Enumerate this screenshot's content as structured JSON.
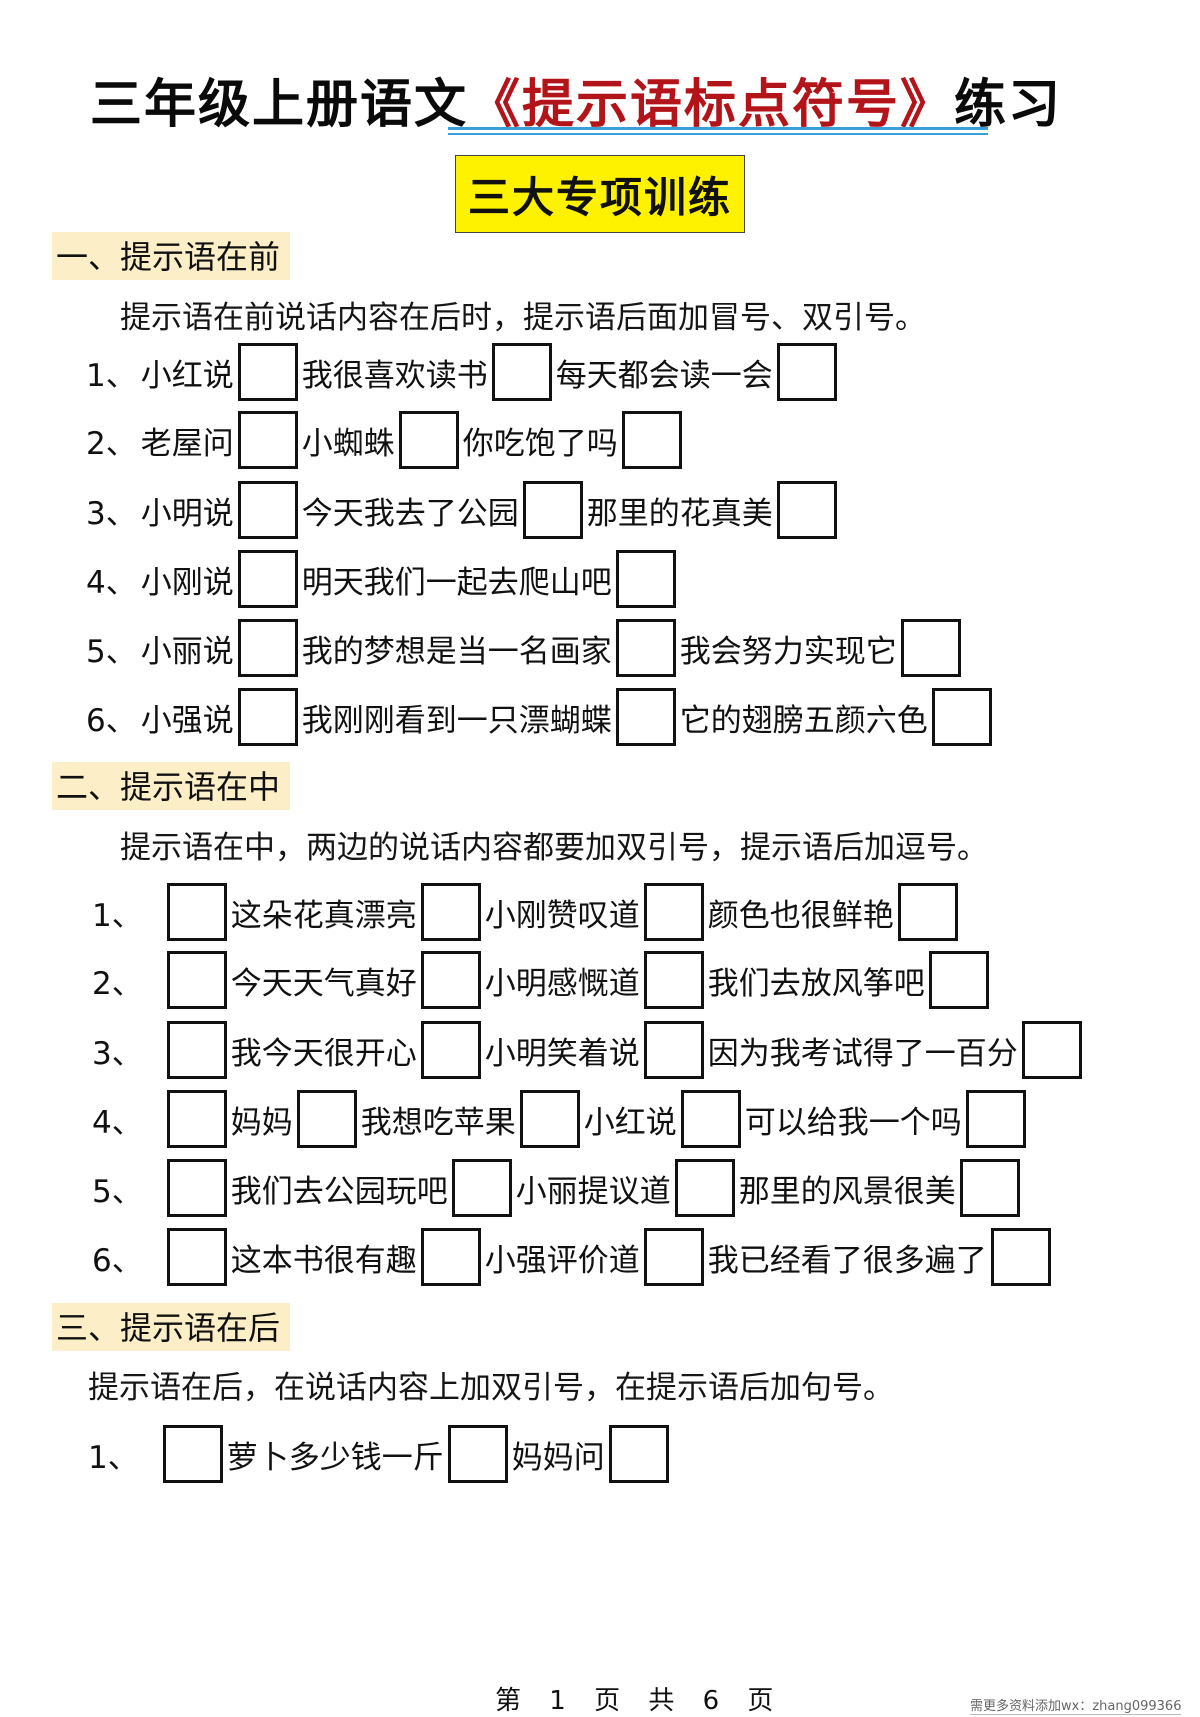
{
  "header": {
    "title_prefix": "三年级上册语文",
    "title_highlight": "《提示语标点符号》",
    "title_suffix": "练习",
    "subtitle": "三大专项训练",
    "colors": {
      "highlight": "#b3141a",
      "underline": "#3a9fd6",
      "subtitle_bg": "#fff200",
      "section_bg": "#fcefc8"
    }
  },
  "sections": [
    {
      "heading": "一、提示语在前",
      "instruction": "提示语在前说话内容在后时，提示语后面加冒号、双引号。",
      "items": [
        {
          "num": "1、",
          "parts": [
            "小红说",
            "[]",
            "我很喜欢读书",
            "[]",
            "每天都会读一会",
            "[]"
          ]
        },
        {
          "num": "2、",
          "parts": [
            "老屋问",
            "[]",
            "小蜘蛛",
            "[]",
            "你吃饱了吗",
            "[]"
          ]
        },
        {
          "num": "3、",
          "parts": [
            "小明说",
            "[]",
            "今天我去了公园",
            "[]",
            "那里的花真美",
            "[]"
          ]
        },
        {
          "num": "4、",
          "parts": [
            "小刚说",
            "[]",
            "明天我们一起去爬山吧",
            "[]"
          ]
        },
        {
          "num": "5、",
          "parts": [
            "小丽说",
            "[]",
            "我的梦想是当一名画家",
            "[]",
            "我会努力实现它",
            "[]"
          ]
        },
        {
          "num": "6、",
          "parts": [
            "小强说",
            "[]",
            "我刚刚看到一只漂蝴蝶",
            "[]",
            "它的翅膀五颜六色",
            "[]"
          ]
        }
      ]
    },
    {
      "heading": "二、提示语在中",
      "instruction": "提示语在中，两边的说话内容都要加双引号，提示语后加逗号。",
      "items": [
        {
          "num": "1、",
          "parts": [
            "[]",
            "这朵花真漂亮",
            "[]",
            "小刚赞叹道",
            "[]",
            "颜色也很鲜艳",
            "[]"
          ]
        },
        {
          "num": "2、",
          "parts": [
            "[]",
            "今天天气真好",
            "[]",
            "小明感慨道",
            "[]",
            "我们去放风筝吧",
            "[]"
          ]
        },
        {
          "num": "3、",
          "parts": [
            "[]",
            "我今天很开心",
            "[]",
            "小明笑着说",
            "[]",
            "因为我考试得了一百分",
            "[]"
          ]
        },
        {
          "num": "4、",
          "parts": [
            "[]",
            "妈妈",
            "[]",
            "我想吃苹果",
            "[]",
            "小红说",
            "[]",
            "可以给我一个吗",
            "[]"
          ]
        },
        {
          "num": "5、",
          "parts": [
            "[]",
            "我们去公园玩吧",
            "[]",
            "小丽提议道",
            "[]",
            "那里的风景很美",
            "[]"
          ]
        },
        {
          "num": "6、",
          "parts": [
            "[]",
            "这本书很有趣",
            "[]",
            "小强评价道",
            "[]",
            "我已经看了很多遍了",
            "[]"
          ]
        }
      ]
    },
    {
      "heading": "三、提示语在后",
      "instruction": "提示语在后，在说话内容上加双引号，在提示语后加句号。",
      "items": [
        {
          "num": "1、",
          "parts": [
            "[]",
            "萝卜多少钱一斤",
            "[]",
            "妈妈问",
            "[]"
          ]
        }
      ]
    }
  ],
  "footer": {
    "page_label": "第 1 页 共 6 页"
  },
  "watermark": "需更多资料添加wx：zhang099366"
}
